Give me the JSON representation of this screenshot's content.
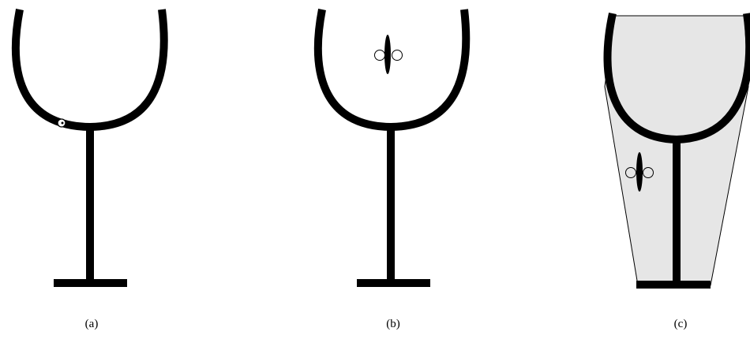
{
  "figure": {
    "panels": [
      {
        "caption": "(a)"
      },
      {
        "caption": "(b)"
      },
      {
        "caption": "(c)"
      }
    ],
    "colors": {
      "stroke": "#000000",
      "shaded_region": "#e6e6e6",
      "background": "#ffffff"
    }
  }
}
